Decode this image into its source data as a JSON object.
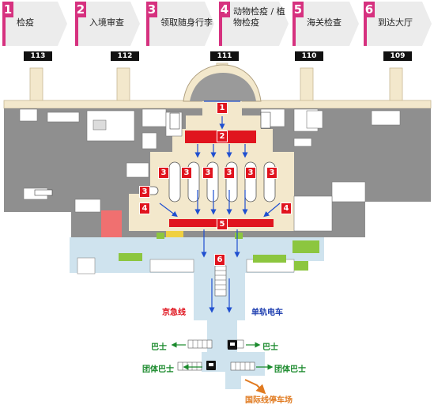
{
  "steps": [
    {
      "num": "1",
      "label": "检疫"
    },
    {
      "num": "2",
      "label": "入境审查"
    },
    {
      "num": "3",
      "label": "领取随身行李"
    },
    {
      "num": "4",
      "label": "动物检疫 / 植物检疫"
    },
    {
      "num": "5",
      "label": "海关检查"
    },
    {
      "num": "6",
      "label": "到达大厅"
    }
  ],
  "gates": [
    "113",
    "112",
    "111",
    "110",
    "109"
  ],
  "markers": {
    "m1": "1",
    "m2": "2",
    "m3": "3",
    "m4": "4",
    "m5": "5",
    "m6": "6"
  },
  "transport": {
    "keikyu": "京急线",
    "monorail": "单轨电车",
    "bus_left": "巴士",
    "bus_right": "巴士",
    "group_bus_left": "团体巴士",
    "group_bus_right": "团体巴士",
    "parking": "国际线停车场"
  },
  "colors": {
    "accent": "#d6317f",
    "marker": "#e0141e",
    "arrow": "#1f4fd0",
    "restricted": "#8f8f8f",
    "open_area": "#f3e8cc",
    "public_area": "#cfe3ee",
    "green_area": "#8cc63f",
    "red_area": "#f07070"
  }
}
